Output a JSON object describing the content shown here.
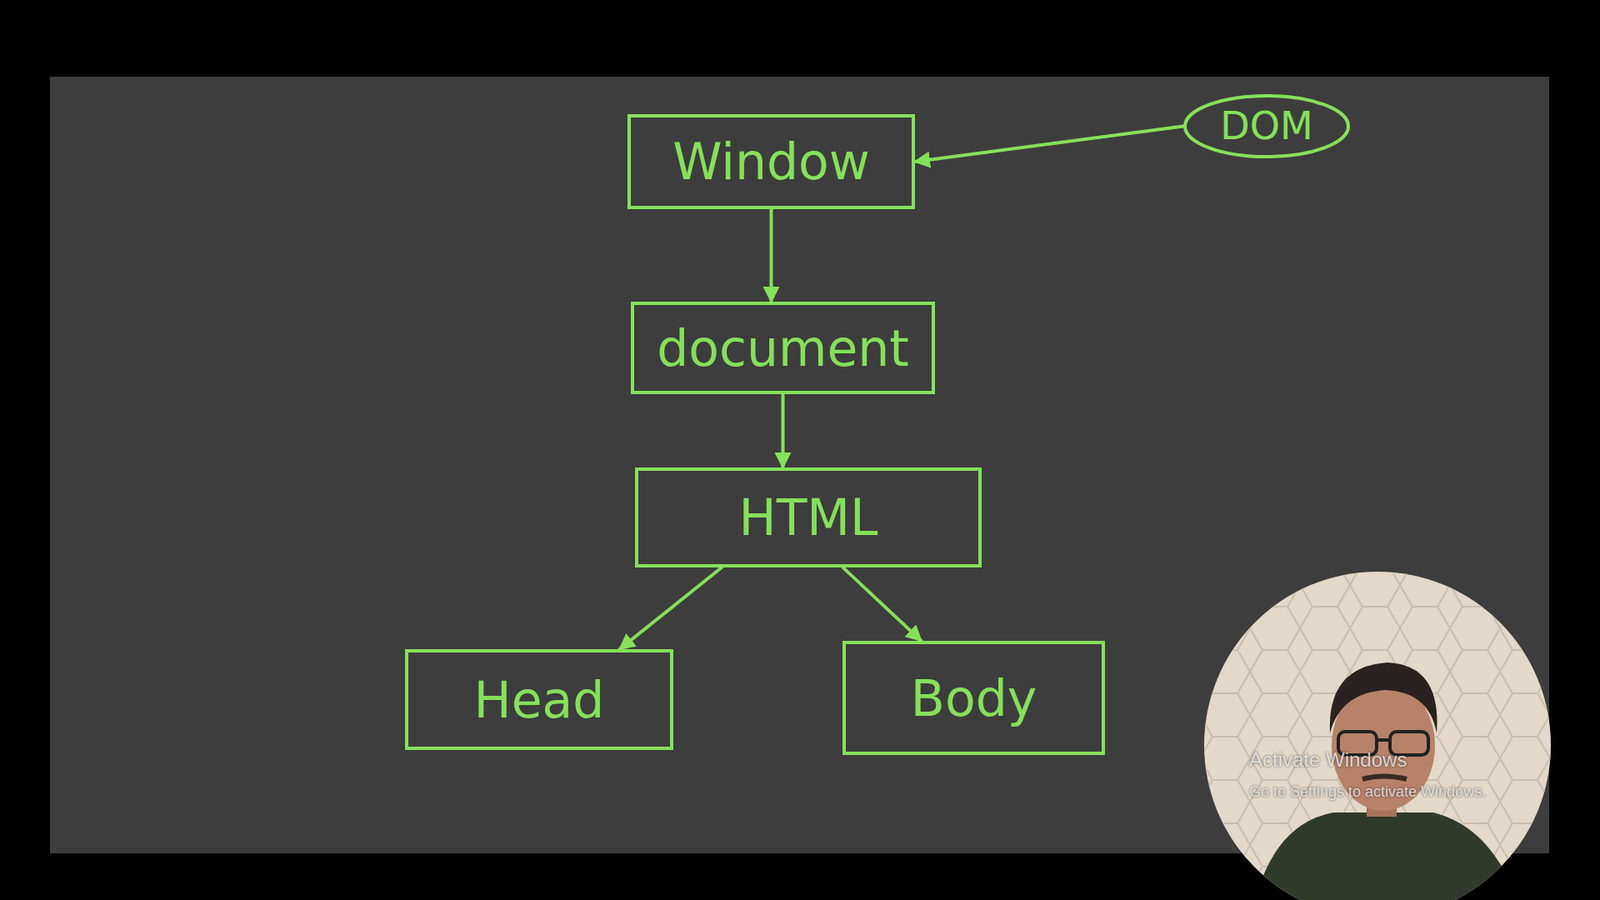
{
  "diagram": {
    "nodes": [
      {
        "text": [
          "Window"
        ]
      },
      {
        "text": [
          "DOM"
        ]
      },
      {
        "text": [
          "document"
        ]
      },
      {
        "text": [
          "HTML"
        ]
      },
      {
        "text": [
          "Head"
        ]
      },
      {
        "text": [
          "Body"
        ]
      }
    ],
    "edges": [
      {
        "from": 1,
        "to": 0,
        "arrow": "to"
      },
      {
        "from": 0,
        "to": 2,
        "arrow": "to"
      },
      {
        "from": 2,
        "to": 3,
        "arrow": "to"
      },
      {
        "from": 3,
        "to": 4,
        "arrow": "to"
      },
      {
        "from": 3,
        "to": 5,
        "arrow": "to"
      }
    ],
    "labels": [
      "Activate Windows",
      "Go to Settings to activate Windows."
    ]
  }
}
